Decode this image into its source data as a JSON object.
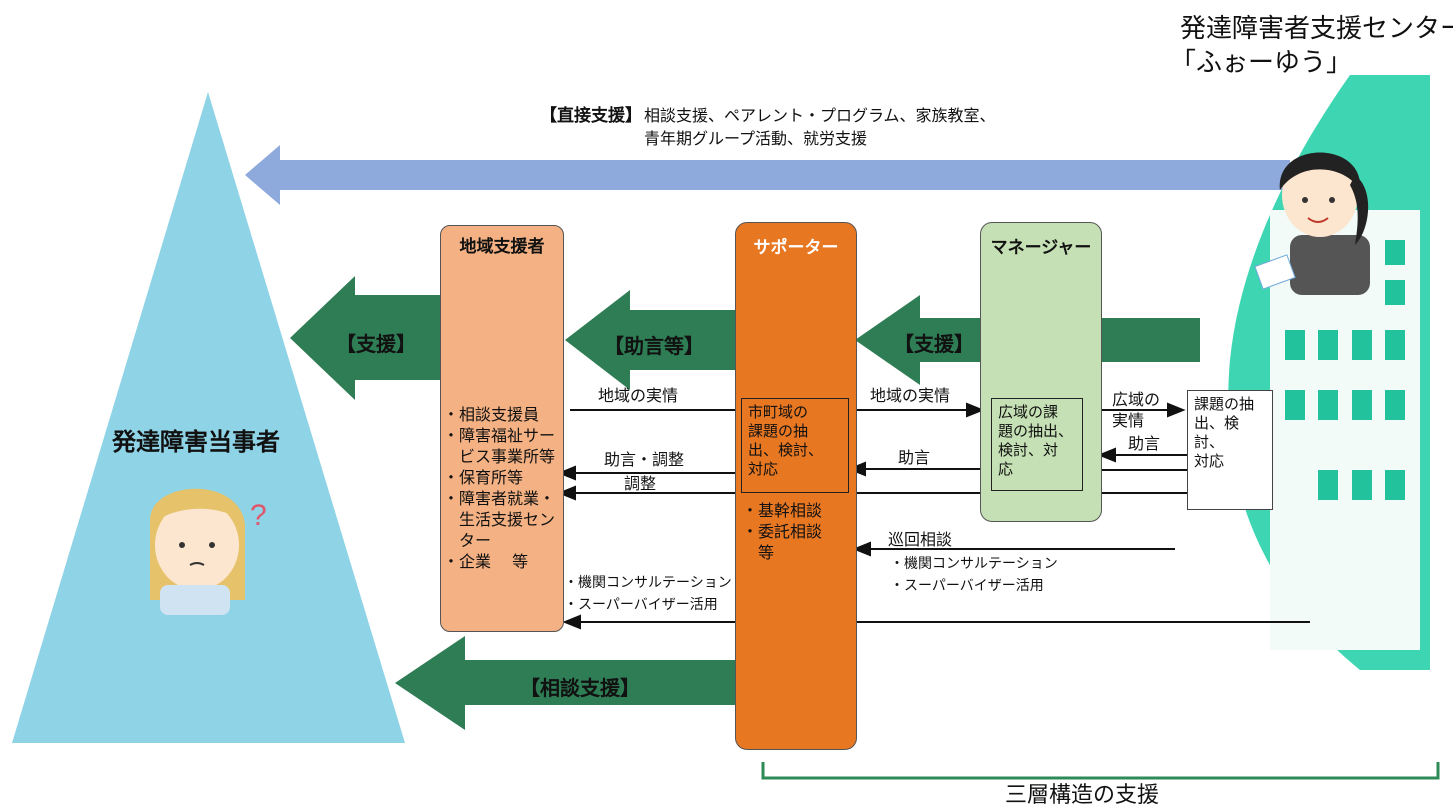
{
  "center": {
    "name_line1": "発達障害者支援センター",
    "name_line2": "「ふぉーゆう」"
  },
  "direct_support": {
    "label": "【直接支援】",
    "text1": "相談支援、ペアレント・プログラム、家族教室、",
    "text2": "青年期グループ活動、就労支援"
  },
  "person": {
    "label": "発達障害当事者"
  },
  "local_supporter": {
    "title": "地域支援者",
    "items": [
      "・相談支援員",
      "・障害福祉サー",
      "　ビス事業所等",
      "・保育所等",
      "・障害者就業・",
      "　生活支援セン",
      "　ター",
      "・企業　 等"
    ]
  },
  "supporter": {
    "title": "サポーター",
    "box_text": [
      "市町域の",
      "課題の抽",
      "出、検討、",
      "対応"
    ],
    "items": [
      "・基幹相談",
      "・委託相談",
      "　等"
    ]
  },
  "manager": {
    "title": "マネージャー",
    "box_text": [
      "広域の課",
      "題の抽出、",
      "検討、対",
      "応"
    ]
  },
  "center_box": {
    "text": [
      "課題の抽",
      "出、検討、",
      "対応"
    ]
  },
  "arrows": {
    "support_to_person": "【支援】",
    "advice_etc": "【助言等】",
    "support_mid": "【支援】",
    "consult_support": "【相談支援】"
  },
  "flows": {
    "local_facts_1": "地域の実情",
    "advice_adjust": "助言・調整",
    "adjust": "調整",
    "local_facts_2": "地域の実情",
    "advice_1": "助言",
    "wide_facts_1": "広域の",
    "wide_facts_2": "実情",
    "advice_2": "助言",
    "consult_1": "・機関コンサルテーション",
    "consult_2": "・スーパーバイザー活用",
    "patrol": "巡回相談",
    "patrol_1": "・機関コンサルテーション",
    "patrol_2": "・スーパーバイザー活用"
  },
  "structure": {
    "label": "三層構造の支援"
  },
  "colors": {
    "triangle": "#8fd3e6",
    "blue_arrow": "#8ea9db",
    "green_arrow": "#2e7d55",
    "local_box": "#f4b183",
    "supporter_box": "#e87722",
    "manager_box": "#c5e0b4",
    "center_shape": "#3ed6b2",
    "bracket": "#2e8b57"
  }
}
